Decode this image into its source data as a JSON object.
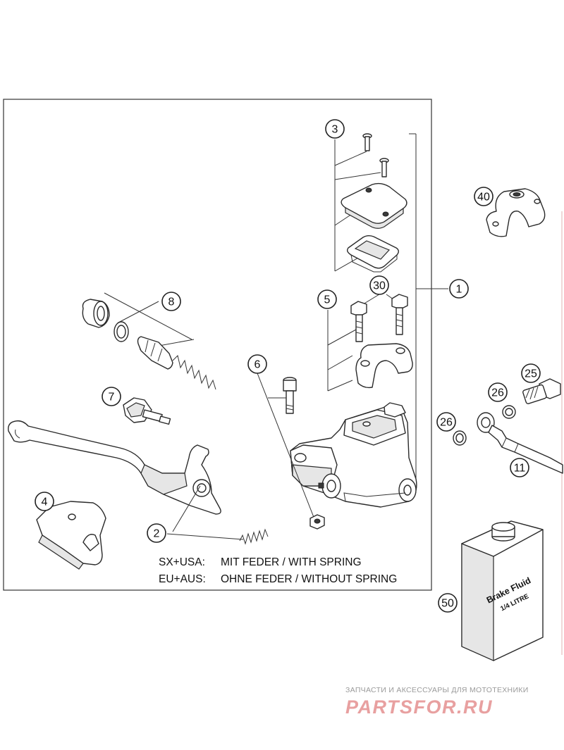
{
  "callouts": {
    "c1": "1",
    "c2": "2",
    "c3": "3",
    "c4": "4",
    "c5": "5",
    "c6": "6",
    "c7": "7",
    "c8": "8",
    "c11": "11",
    "c25": "25",
    "c26a": "26",
    "c26b": "26",
    "c30": "30",
    "c40": "40",
    "c50": "50"
  },
  "notes": {
    "line1_region": "SX+USA:",
    "line1_text": "MIT FEDER / WITH SPRING",
    "line2_region": "EU+AUS:",
    "line2_text": "OHNE FEDER / WITHOUT SPRING"
  },
  "fluid_can": {
    "label_line1": "Brake Fluid",
    "label_line2": "1/4 LITRE"
  },
  "watermark": {
    "subtitle": "ЗАПЧАСТИ И АКСЕССУАРЫ ДЛЯ МОТОТЕХНИКИ",
    "brand": "PARTSFOR.RU"
  }
}
